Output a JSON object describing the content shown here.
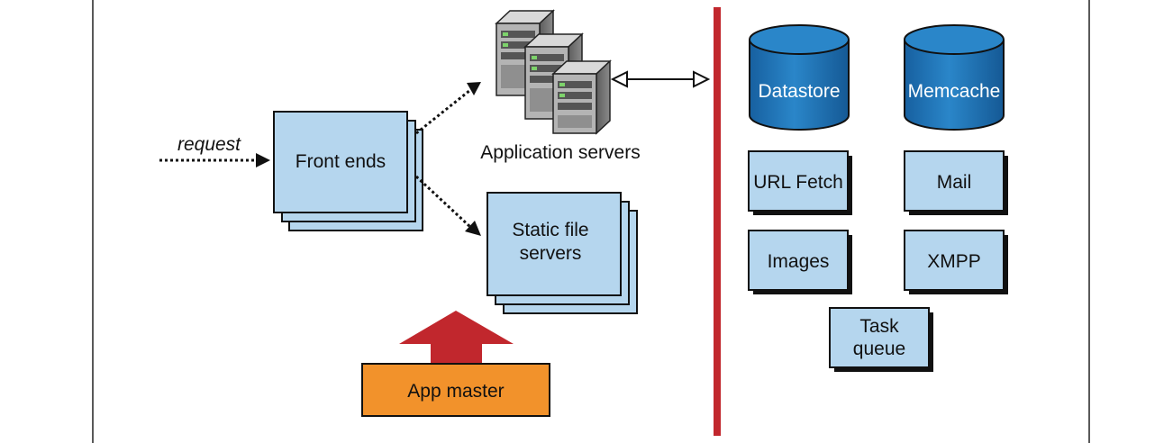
{
  "diagram": {
    "request_label": "request",
    "front_ends_label": "Front ends",
    "app_servers_label": "Application servers",
    "static_line1": "Static file",
    "static_line2": "servers",
    "app_master_label": "App master",
    "services": {
      "datastore": "Datastore",
      "memcache": "Memcache",
      "url_fetch": "URL Fetch",
      "mail": "Mail",
      "images": "Images",
      "xmpp": "XMPP",
      "task_line1": "Task",
      "task_line2": "queue"
    },
    "colors": {
      "box_fill": "#b5d6ee",
      "cylinder_fill": "#1f72b6",
      "app_master_fill": "#f2922b",
      "divider": "#c1272d",
      "up_arrow": "#c1272d"
    },
    "icons": {
      "server_rack": "server-rack-icon"
    }
  }
}
